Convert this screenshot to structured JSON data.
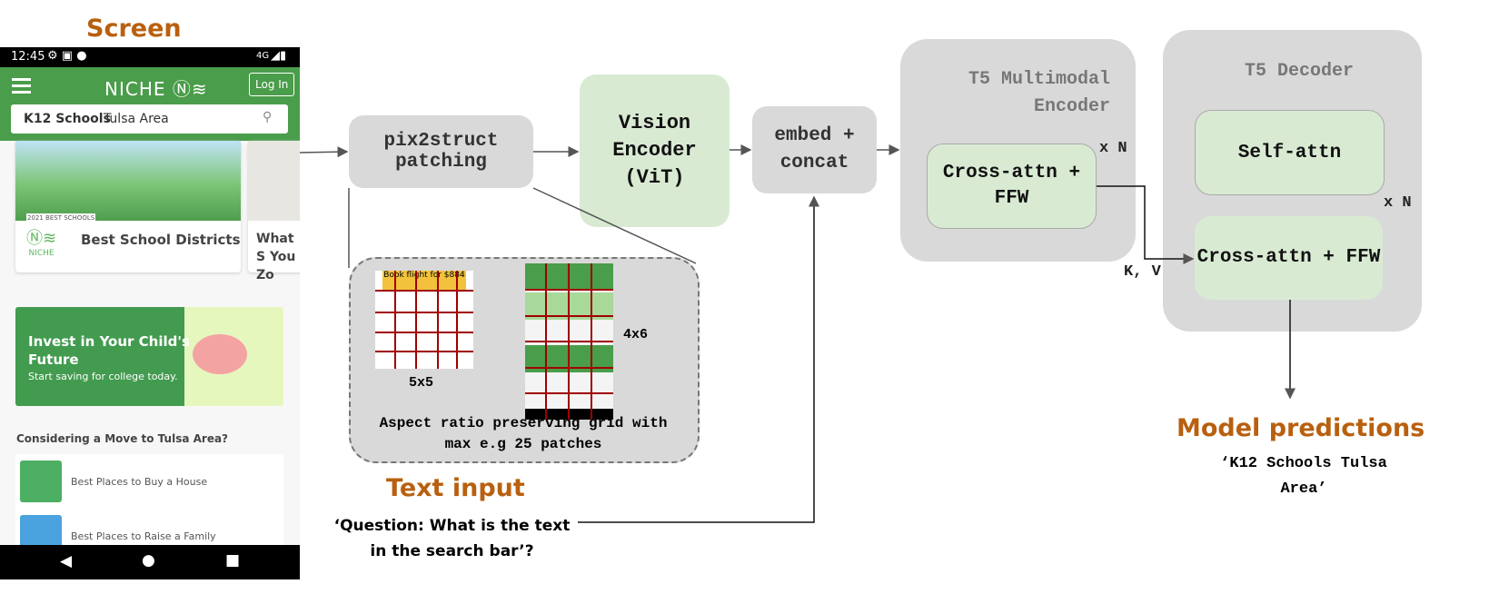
{
  "screen": {
    "title": "Screen",
    "status": {
      "time": "12:45",
      "network": "4G"
    },
    "header": {
      "logo": "NICHE",
      "login": "Log In"
    },
    "search": {
      "category": "K12 Schools",
      "location": "Tulsa Area"
    },
    "cards": [
      {
        "title": "Best School Districts",
        "badge": "2021 BEST SCHOOLS",
        "badge_logo": "NICHE"
      },
      {
        "title": "What S You Zo"
      }
    ],
    "banner": {
      "title": "Invest in Your Child's Future",
      "subtitle": "Start saving for college today."
    },
    "section_title": "Considering a Move to Tulsa Area?",
    "list": [
      {
        "label": "Best Places to Buy a House",
        "color": "#4caf63"
      },
      {
        "label": "Best Places to Raise a Family",
        "color": "#4aa3df"
      }
    ]
  },
  "blocks": {
    "patching": "pix2struct patching",
    "vit": "Vision Encoder (ViT)",
    "embed": "embed + concat",
    "t5_encoder": {
      "title": "T5 Multimodal Encoder",
      "inner": "Cross-attn + FFW",
      "repeat": "x N"
    },
    "t5_decoder": {
      "title": "T5 Decoder",
      "self_attn": "Self-attn",
      "cross_attn": "Cross-attn + FFW",
      "repeat": "x N"
    },
    "kv": "K, V"
  },
  "grid_panel": {
    "example1": {
      "text": "Book flight for $884",
      "label": "5x5"
    },
    "example2": {
      "label": "4x6"
    },
    "caption": "Aspect ratio preserving grid with max e.g 25 patches"
  },
  "text_input": {
    "title": "Text input",
    "question": "‘Question: What is the text in the search bar’?"
  },
  "predictions": {
    "title": "Model predictions",
    "text": "‘K12 Schools Tulsa Area’"
  },
  "colors": {
    "gray_block": "#d9d9d9",
    "green_block": "#d9ead3",
    "accent": "#b8600f",
    "niche_green": "#4a9d4a",
    "grid_line": "#a00000"
  }
}
